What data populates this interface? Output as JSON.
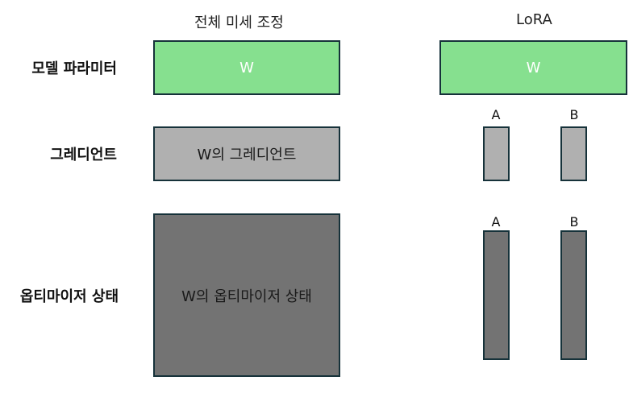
{
  "columns": {
    "full": "전체 미세 조정",
    "lora": "LoRA"
  },
  "rows": {
    "params": "모델 파라미터",
    "grad": "그레디언트",
    "opt": "옵티마이저 상태"
  },
  "full_boxes": {
    "params": "W",
    "grad": "W의 그레디언트",
    "opt": "W의 옵티마이저 상태"
  },
  "lora_boxes": {
    "params": "W",
    "a_label": "A",
    "b_label": "B"
  },
  "colors": {
    "params": "#86e08f",
    "grad": "#b0b0b0",
    "opt": "#737373",
    "border": "#16323a"
  }
}
